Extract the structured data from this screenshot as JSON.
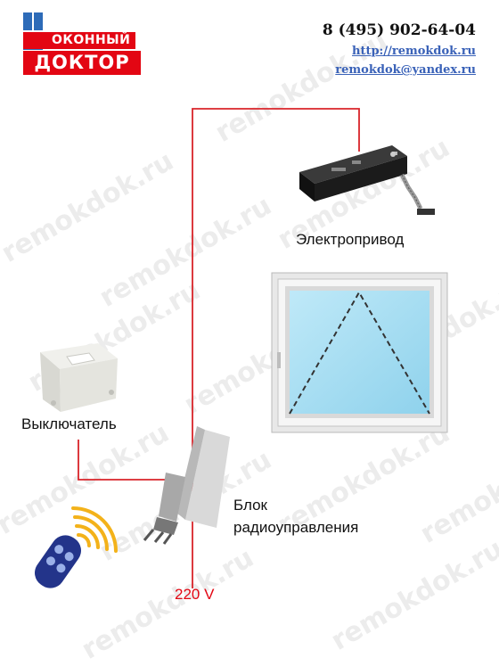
{
  "logo": {
    "line1": "ОКОННЫЙ",
    "line2": "ДОКТОР"
  },
  "contacts": {
    "phone": "8 (495) 902-64-04",
    "site": "http://remokdok.ru",
    "email": "remokdok@yandex.ru"
  },
  "watermark": "remokdok.ru",
  "labels": {
    "actuator": "Электропривод",
    "switch": "Выключатель",
    "radio_block_line1": "Блок",
    "radio_block_line2": "радиоуправления",
    "voltage": "220 V"
  },
  "colors": {
    "brand_red": "#e30613",
    "wire": "#d9242a",
    "link": "#3a62b8",
    "glass": "#9fdcf2"
  }
}
